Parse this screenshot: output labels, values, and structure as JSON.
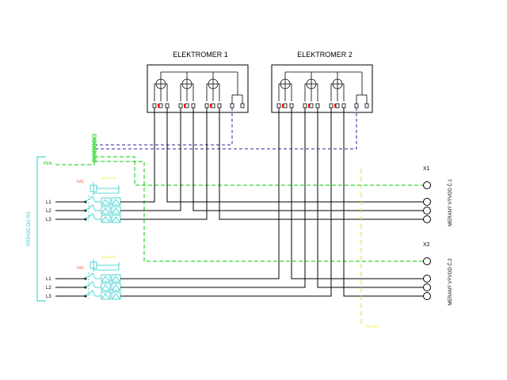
{
  "meters": {
    "m1_title": "ELEKTROMER 1",
    "m2_title": "ELEKTROMER 2"
  },
  "terminals": {
    "x1": "X1",
    "x2": "X2"
  },
  "outputs": {
    "out1_label": "MERANÝ VÝVOD Č.1",
    "out2_label": "MERANÝ VÝVOD Č.2"
  },
  "supply": {
    "label": "PRÍVOD DO RS",
    "pen_label": "PEN"
  },
  "phases": {
    "l1": "L1",
    "l2": "L2",
    "l3": "L3"
  },
  "breakers": {
    "fa1_label": "FA1",
    "fa2_label": "FA2",
    "fa1_small": "3x16 A / B",
    "fa2_small": "3x16 A / B"
  },
  "boundary": {
    "label": "PRE BYT"
  },
  "colors": {
    "wire": "#000000",
    "pe_wire": "#00cc00",
    "signal_wire": "#2a2a9a",
    "supply_bracket": "#22cccc",
    "breaker": "#22cccc",
    "fa_label": "#ff5533",
    "boundary": "#e6e600"
  }
}
